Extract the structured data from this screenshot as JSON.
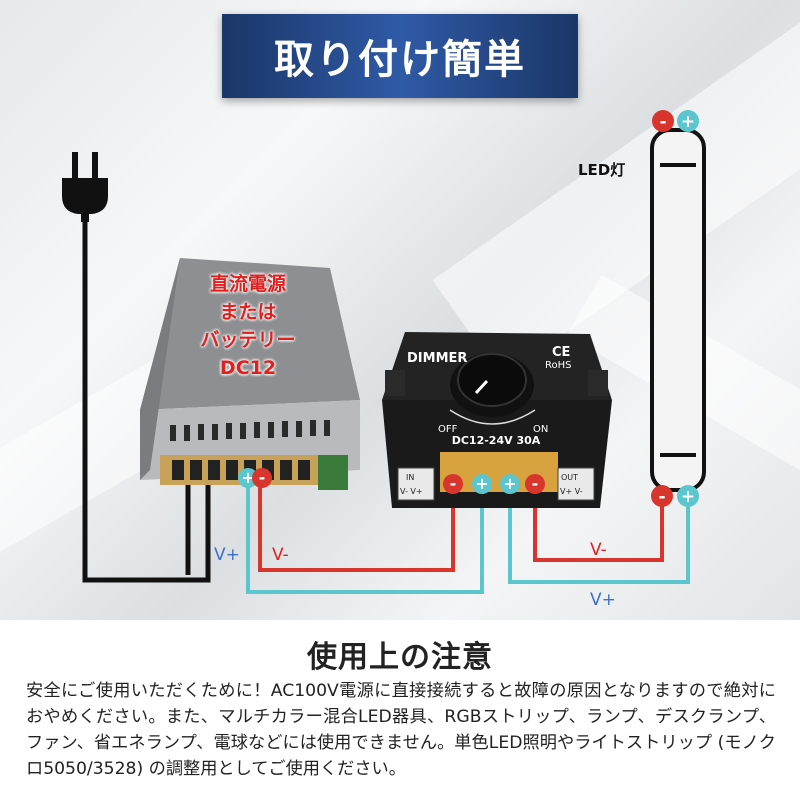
{
  "title": "取り付け簡単",
  "power_source": {
    "lines": [
      "直流電源",
      "または",
      "バッテリー",
      "DC12"
    ]
  },
  "dimmer": {
    "brand": "DIMMER",
    "cert": "CE RoHS",
    "cert_mark": "CE",
    "cert_sub": "RoHS",
    "off_label": "OFF",
    "on_label": "ON",
    "rating": "DC12-24V 30A",
    "in_label": "IN",
    "in_terminals": "V- V+",
    "out_label": "OUT",
    "out_terminals": "V+ V-"
  },
  "led": {
    "label": "LED灯",
    "minus": "-",
    "plus": "+"
  },
  "terminals": {
    "minus": "-",
    "plus": "+"
  },
  "wire_labels": {
    "left_plus": "V+",
    "left_minus": "V-",
    "right_minus": "V-",
    "right_plus": "V+"
  },
  "colors": {
    "banner": "#2a4f94",
    "wire_positive": "#5cc6cf",
    "wire_negative": "#d8362c",
    "label_red": "#e0201f",
    "label_blue": "#3b6fd0"
  },
  "notice": {
    "heading": "使用上の注意",
    "body": "安全にご使用いただくために！AC100V電源に直接接続すると故障の原因となりますので絶対におやめください。また、マルチカラー混合LED器具、RGBストリップ、ランプ、デスクランプ、ファン、省エネランプ、電球などには使用できません。単色LED照明やライトストリップ (モノクロ5050/3528) の調整用としてご使用ください。"
  }
}
